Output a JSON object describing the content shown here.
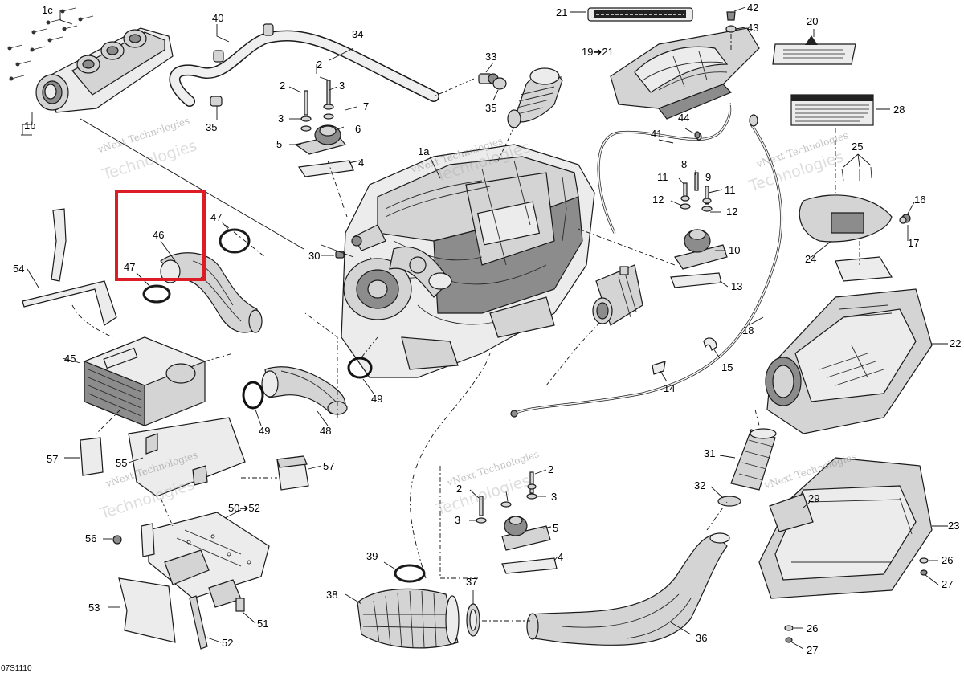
{
  "drawing": {
    "number": "07S1110",
    "watermark_company": "vNext Technologies",
    "watermark_line1": "vNext",
    "watermark_line2": "Technologies",
    "highlight_color": "#dd1d26"
  },
  "callouts": {
    "c1c": "1c",
    "c1b": "1b",
    "c1a": "1a",
    "c2a": "2",
    "c2b": "2",
    "c2c": "2",
    "c2d": "2",
    "c3a": "3",
    "c3b": "3",
    "c3c": "3",
    "c3d": "3",
    "c4a": "4",
    "c4b": "4",
    "c5a": "5",
    "c5b": "5",
    "c6": "6",
    "c7": "7",
    "c8": "8",
    "c9": "9",
    "c10": "10",
    "c11a": "11",
    "c11b": "11",
    "c12a": "12",
    "c12b": "12",
    "c13": "13",
    "c14": "14",
    "c15": "15",
    "c16": "16",
    "c17": "17",
    "c18": "18",
    "c19": "19➔21",
    "c20": "20",
    "c21": "21",
    "c22": "22",
    "c23": "23",
    "c24": "24",
    "c25": "25",
    "c26a": "26",
    "c26b": "26",
    "c27a": "27",
    "c27b": "27",
    "c28": "28",
    "c29": "29",
    "c30": "30",
    "c31": "31",
    "c32": "32",
    "c33": "33",
    "c34": "34",
    "c35a": "35",
    "c35b": "35",
    "c36": "36",
    "c37": "37",
    "c38": "38",
    "c39": "39",
    "c40": "40",
    "c41": "41",
    "c42": "42",
    "c43": "43",
    "c44": "44",
    "c45": "45",
    "c46": "46",
    "c47a": "47",
    "c47b": "47",
    "c48": "48",
    "c49a": "49",
    "c49b": "49",
    "c50": "50➔52",
    "c51": "51",
    "c52": "52",
    "c53": "53",
    "c54": "54",
    "c55": "55",
    "c56": "56",
    "c57a": "57",
    "c57b": "57"
  }
}
